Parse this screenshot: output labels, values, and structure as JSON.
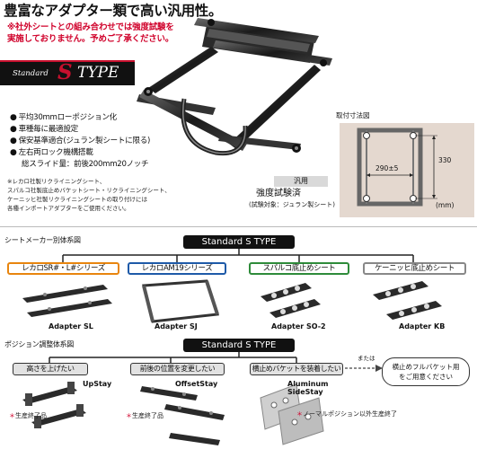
{
  "header": {
    "title": "豊富なアダプター類で高い汎用性。",
    "note_line1": "※社外シートとの組み合わせでは強度試験を",
    "note_line2": "実施しておりません。予めご了承ください。"
  },
  "badge": {
    "prefix": "Standard",
    "letter": "S",
    "suffix": "TYPE"
  },
  "features": [
    "平均30mmローポジション化",
    "車種毎に最適設定",
    "保安基準適合(ジュラン製シートに限る)",
    "左右両ロック機構搭載",
    "総スライド量：前後200mm20ノッチ"
  ],
  "sub_note": [
    "※レカロ社製リクライニングシート、",
    "スパルコ社製底止めバケットシート・リクライニングシート、",
    "ケーニッヒ社製リクライニングシートの取り付けには",
    "各種インポートアダプターをご使用ください。"
  ],
  "test": {
    "tag": "汎用",
    "title": "強度試験済",
    "note": "(試験対象：ジュラン製シート)"
  },
  "mount": {
    "title": "取付寸法図",
    "width": "290±5",
    "height": "330",
    "unit": "(mm)"
  },
  "section1": {
    "title": "シートメーカー別体系図",
    "banner": "Standard S TYPE",
    "categories": [
      "レカロSR#・L#シリーズ",
      "レカロAM19シリーズ",
      "スパルコ底止めシート",
      "ケーニッヒ底止めシート"
    ],
    "adapters": [
      "Adapter SL",
      "Adapter SJ",
      "Adapter SO-2",
      "Adapter KB"
    ]
  },
  "section2": {
    "title": "ポジション調整体系図",
    "banner": "Standard S TYPE",
    "options": [
      "高さを上げたい",
      "前後の位置を変更したい",
      "横止めバケットを装着したい"
    ],
    "items": [
      "UpStay",
      "OffsetStay",
      "Aluminum",
      "SideStay"
    ],
    "or_label": "または",
    "bubble_line1": "横止めフルバケット用",
    "bubble_line2": "をご用意ください",
    "disc1": "生産終了品",
    "disc2": "生産終了品",
    "disc3": "ノーマルポジション以外生産終了"
  },
  "colors": {
    "accent_red": "#c8102e",
    "cat_orange": "#e8850e",
    "cat_blue": "#1e5aa8",
    "cat_green": "#2e8b3a",
    "cat_gray": "#888888",
    "mount_bg": "#e4d8cf"
  }
}
